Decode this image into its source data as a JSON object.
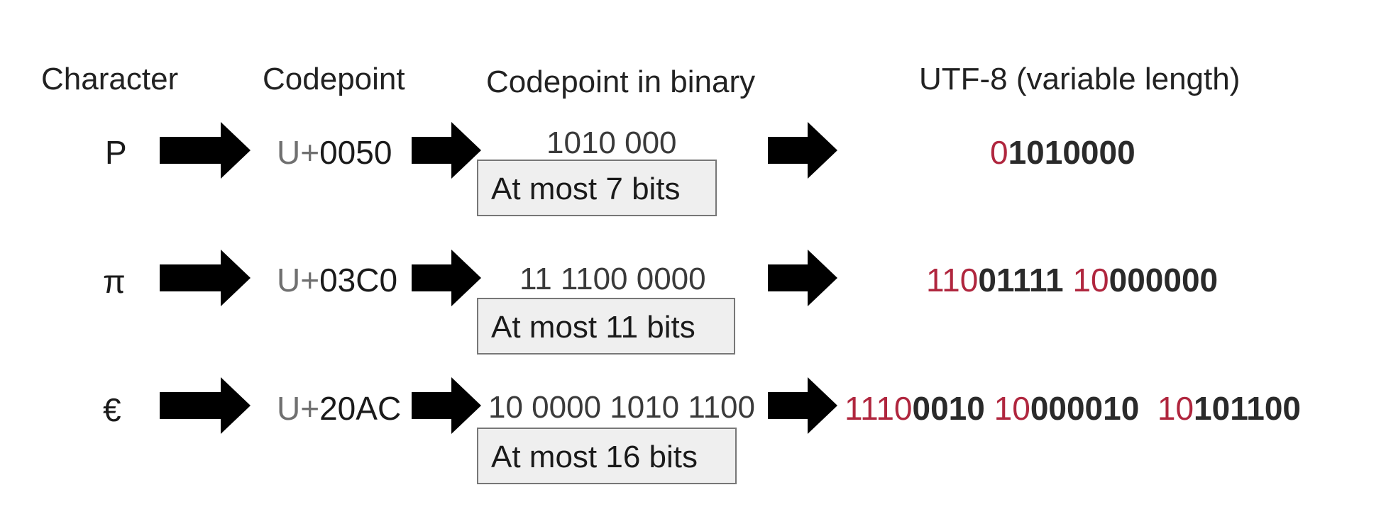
{
  "headers": {
    "character": "Character",
    "codepoint": "Codepoint",
    "binary": "Codepoint in binary",
    "utf8": "UTF-8 (variable length)"
  },
  "rows": [
    {
      "character": "P",
      "codepoint_prefix": "U+",
      "codepoint_value": "0050",
      "binary": "1010 000",
      "note": "At most 7 bits",
      "utf8_segments": [
        {
          "prefix": "0",
          "payload": "1010000",
          "gap": ""
        }
      ]
    },
    {
      "character": "π",
      "codepoint_prefix": "U+",
      "codepoint_value": "03C0",
      "binary": "11 1100 0000",
      "note": "At most 11 bits",
      "utf8_segments": [
        {
          "prefix": "110",
          "payload": "01111",
          "gap": " "
        },
        {
          "prefix": "10",
          "payload": "000000",
          "gap": ""
        }
      ]
    },
    {
      "character": "€",
      "codepoint_prefix": "U+",
      "codepoint_value": "20AC",
      "binary": "10 0000 1010 1100",
      "note": "At most 16 bits",
      "utf8_segments": [
        {
          "prefix": "1110",
          "payload": "0010",
          "gap": " "
        },
        {
          "prefix": "10",
          "payload": "000010",
          "gap": "  "
        },
        {
          "prefix": "10",
          "payload": "101100",
          "gap": ""
        }
      ]
    }
  ],
  "colors": {
    "text": "#222222",
    "codepoint_prefix": "#707070",
    "utf8_prefix_bits": "#b0263e",
    "arrow": "#000000",
    "note_background": "#efefef",
    "note_border": "#777777"
  }
}
